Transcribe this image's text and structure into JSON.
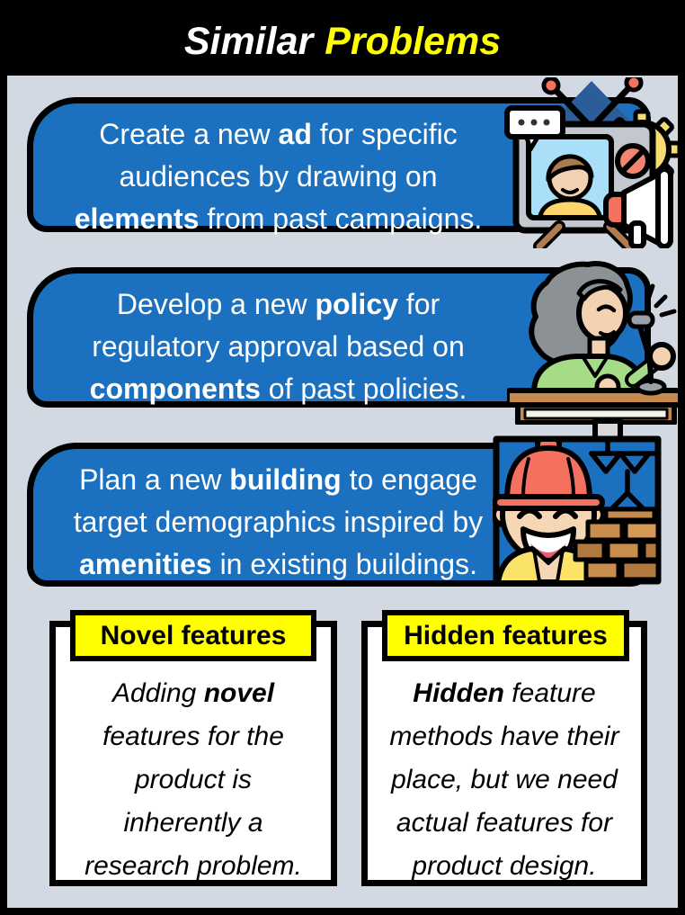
{
  "title": {
    "word1": "Similar",
    "word2": "Problems"
  },
  "banners": [
    {
      "icon": "tv-ad-campaign-icon",
      "lines": [
        {
          "s": [
            {
              "t": "Create a new "
            },
            {
              "t": "ad",
              "b": true
            },
            {
              "t": " for specific"
            }
          ]
        },
        {
          "s": [
            {
              "t": "audiences by drawing on"
            }
          ]
        },
        {
          "s": [
            {
              "t": "elements",
              "b": true
            },
            {
              "t": " from past campaigns."
            }
          ]
        }
      ]
    },
    {
      "icon": "policy-spokesperson-icon",
      "lines": [
        {
          "s": [
            {
              "t": "Develop a new "
            },
            {
              "t": "policy",
              "b": true
            },
            {
              "t": " for"
            }
          ]
        },
        {
          "s": [
            {
              "t": "regulatory approval based on"
            }
          ]
        },
        {
          "s": [
            {
              "t": "components",
              "b": true
            },
            {
              "t": " of past policies."
            }
          ]
        }
      ]
    },
    {
      "icon": "construction-worker-icon",
      "lines": [
        {
          "s": [
            {
              "t": "Plan a new "
            },
            {
              "t": "building",
              "b": true
            },
            {
              "t": " to engage"
            }
          ]
        },
        {
          "s": [
            {
              "t": "target demographics inspired by"
            }
          ]
        },
        {
          "s": [
            {
              "t": "amenities",
              "b": true
            },
            {
              "t": " in existing buildings."
            }
          ]
        }
      ]
    }
  ],
  "feature_boxes": [
    {
      "header": "Novel features",
      "lines": [
        {
          "s": [
            {
              "t": "Adding "
            },
            {
              "t": "novel",
              "b": true
            }
          ]
        },
        {
          "s": [
            {
              "t": "features for the"
            }
          ]
        },
        {
          "s": [
            {
              "t": "product is"
            }
          ]
        },
        {
          "s": [
            {
              "t": "inherently a"
            }
          ]
        },
        {
          "s": [
            {
              "t": "research problem."
            }
          ]
        }
      ]
    },
    {
      "header": "Hidden features",
      "lines": [
        {
          "s": [
            {
              "t": "Hidden",
              "b": true
            },
            {
              "t": " feature"
            }
          ]
        },
        {
          "s": [
            {
              "t": "methods have their"
            }
          ]
        },
        {
          "s": [
            {
              "t": "place, but we need"
            }
          ]
        },
        {
          "s": [
            {
              "t": "actual features for"
            }
          ]
        },
        {
          "s": [
            {
              "t": "product design."
            }
          ]
        }
      ]
    }
  ],
  "colors": {
    "background": "#D3D9E2",
    "banner_blue": "#1B70C0",
    "outline_black": "#000000",
    "highlight_yellow": "#FFFF00",
    "title_white": "#FFFFFF",
    "accent_salmon": "#F4705F",
    "accent_green": "#A6DB87",
    "accent_brown": "#C68A4F"
  }
}
